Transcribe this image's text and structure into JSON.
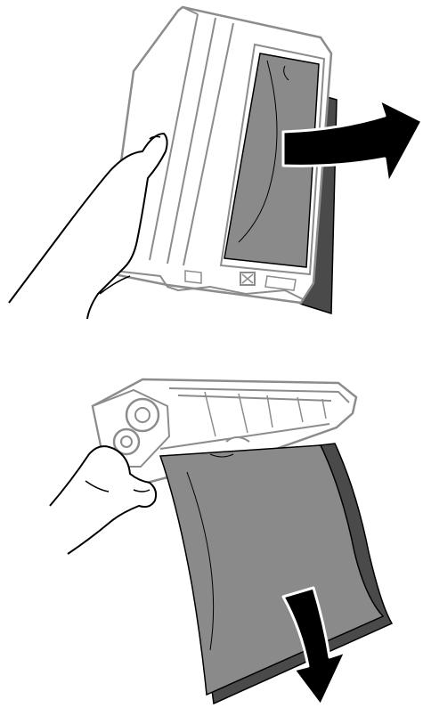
{
  "figure": {
    "steps": [
      {
        "name": "step-remove-paper-from-open-unit",
        "arrow_direction": "right"
      },
      {
        "name": "step-pull-paper-down-from-unit",
        "arrow_direction": "down"
      }
    ],
    "colors": {
      "line": "#000000",
      "unit_fill": "#ffffff",
      "unit_outline": "#8c8c8c",
      "paper_fill": "#8a8a8a",
      "paper_back": "#4a4a4a",
      "arrow_fill": "#000000",
      "arrow_outline": "#ffffff",
      "background": "#ffffff"
    }
  }
}
